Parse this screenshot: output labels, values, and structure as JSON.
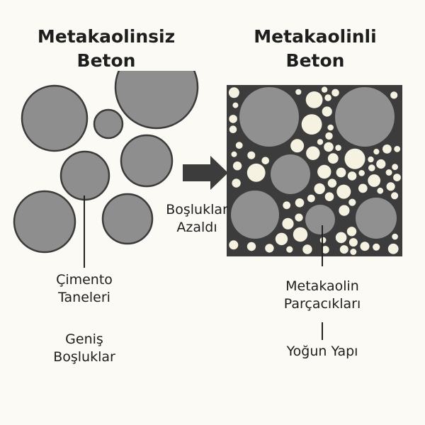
{
  "left_panel": {
    "title_line1": "Metakaolinsiz",
    "title_line2": "Beton",
    "label_cement_line1": "Çimento",
    "label_cement_line2": "Taneleri",
    "label_voids_line1": "Geniş",
    "label_voids_line2": "Boşluklar"
  },
  "right_panel": {
    "title_line1": "Metakaolinli",
    "title_line2": "Beton",
    "label_particles_line1": "Metakaolin",
    "label_particles_line2": "Parçacıkları",
    "label_dense": "Yoğun Yapı"
  },
  "arrow": {
    "label_line1": "Boşluklar",
    "label_line2": "Azaldı"
  },
  "colors": {
    "background": "#fbfaf5",
    "cement_grain": "#8e8e8e",
    "grain_outline": "#3b3b3b",
    "matrix": "#3c3c3c",
    "metakaolin_particle": "#f6f2e1",
    "text": "#1e1e1e",
    "arrow": "#3c3c3c"
  }
}
